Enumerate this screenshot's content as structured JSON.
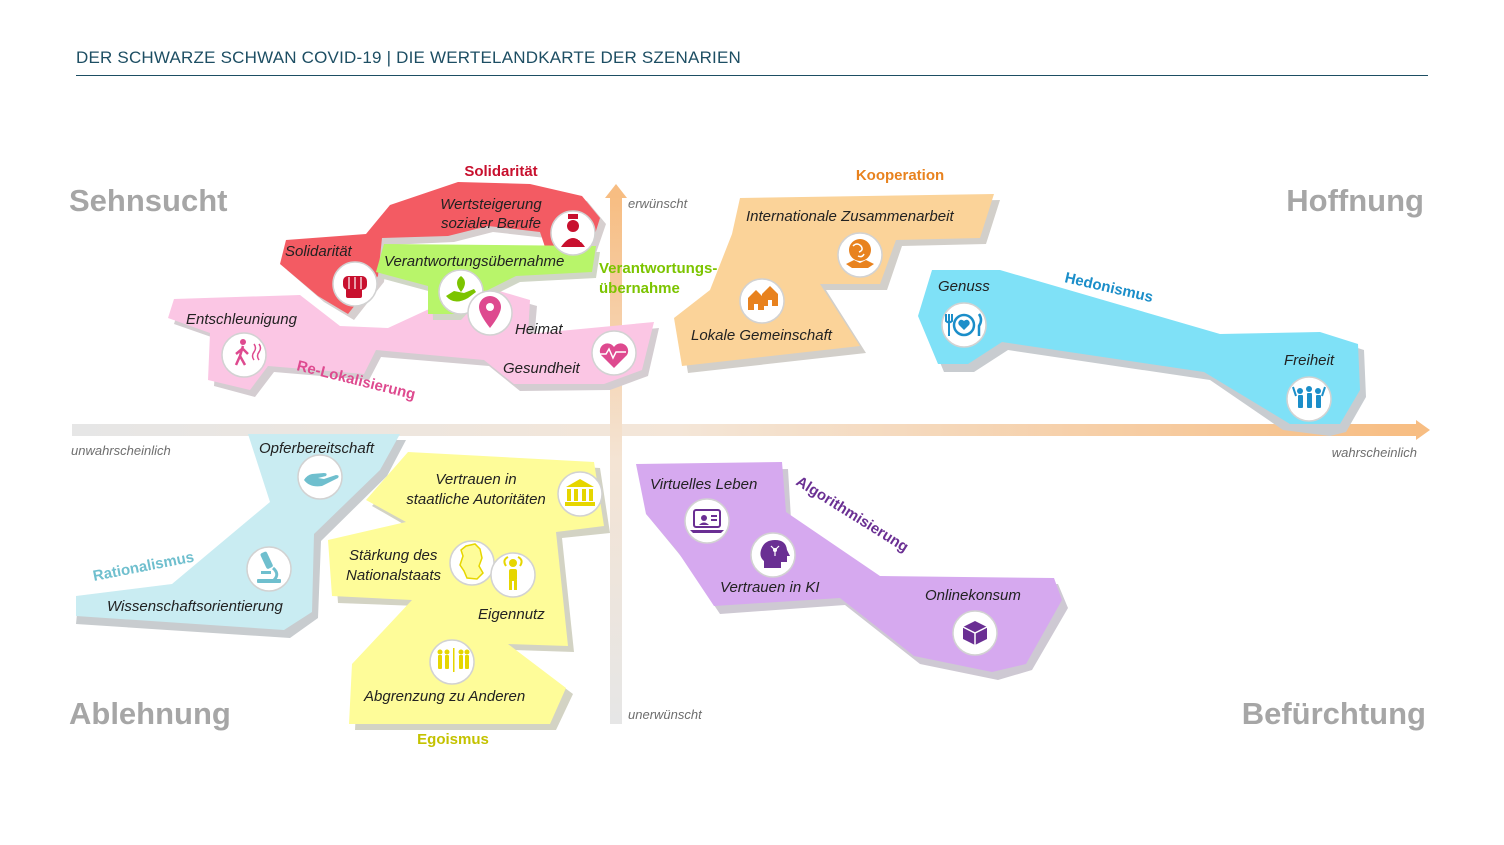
{
  "header": {
    "title": "DER SCHWARZE SCHWAN COVID-19 | DIE WERTELANDKARTE DER SZENARIEN"
  },
  "corners": {
    "top_left": "Sehnsucht",
    "top_right": "Hoffnung",
    "bottom_left": "Ablehnung",
    "bottom_right": "Befürchtung"
  },
  "axes": {
    "top": "erwünscht",
    "bottom": "unerwünscht",
    "left": "unwahrscheinlich",
    "right": "wahrscheinlich"
  },
  "groups": {
    "solidaritaet": {
      "label": "Solidarität",
      "color": "#c8102e"
    },
    "verantwortung": {
      "line1": "Verantwortungs-",
      "line2": "übernahme",
      "color": "#7cc400"
    },
    "kooperation": {
      "label": "Kooperation",
      "color": "#e8821e"
    },
    "hedonismus": {
      "label": "Hedonismus",
      "color": "#1b8ec9"
    },
    "relokalisierung": {
      "label": "Re-Lokalisierung",
      "color": "#de4a8f"
    },
    "rationalismus": {
      "label": "Rationalismus",
      "color": "#6fbfce"
    },
    "egoismus": {
      "label": "Egoismus",
      "color": "#c4c200"
    },
    "algorithmisierung": {
      "label": "Algorithmisierung",
      "color": "#6a2f93"
    }
  },
  "values": {
    "wertsteigerung_1": "Wertsteigerung",
    "wertsteigerung_2": "sozialer Berufe",
    "solidaritaet": "Solidarität",
    "verantwortungsuebernahme": "Verantwortungsübernahme",
    "entschleunigung": "Entschleunigung",
    "heimat": "Heimat",
    "gesundheit": "Gesundheit",
    "internationale_zusammenarbeit": "Internationale Zusammenarbeit",
    "lokale_gemeinschaft": "Lokale Gemeinschaft",
    "genuss": "Genuss",
    "freiheit": "Freiheit",
    "opferbereitschaft": "Opferbereitschaft",
    "wissenschaftsorientierung": "Wissenschaftsorientierung",
    "vertrauen_staat_1": "Vertrauen in",
    "vertrauen_staat_2": "staatliche Autoritäten",
    "staerkung_1": "Stärkung des",
    "staerkung_2": "Nationalstaats",
    "eigennutz": "Eigennutz",
    "abgrenzung": "Abgrenzung zu Anderen",
    "virtuelles_leben": "Virtuelles Leben",
    "vertrauen_ki": "Vertrauen in KI",
    "onlinekonsum": "Onlinekonsum"
  }
}
